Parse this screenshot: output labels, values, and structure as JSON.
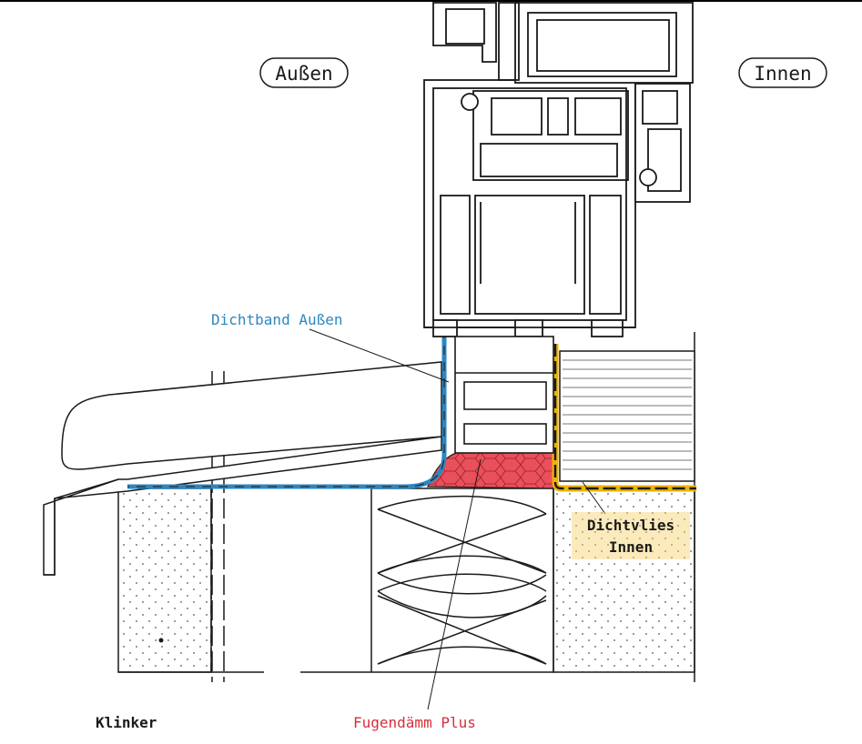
{
  "labels": {
    "outside": "Außen",
    "inside": "Innen",
    "sealing_tape_outside": "Dichtband Außen",
    "sealing_fleece_inside_line1": "Dichtvlies",
    "sealing_fleece_inside_line2": "Innen",
    "foam": "Fugendämm Plus",
    "brick": "Klinker"
  },
  "colors": {
    "line": "#1a1a1a",
    "sealing_tape": "#2e86c1",
    "sealing_fleece": "#f0b400",
    "foam_fill": "#e8505b",
    "foam_text": "#d4303c"
  }
}
